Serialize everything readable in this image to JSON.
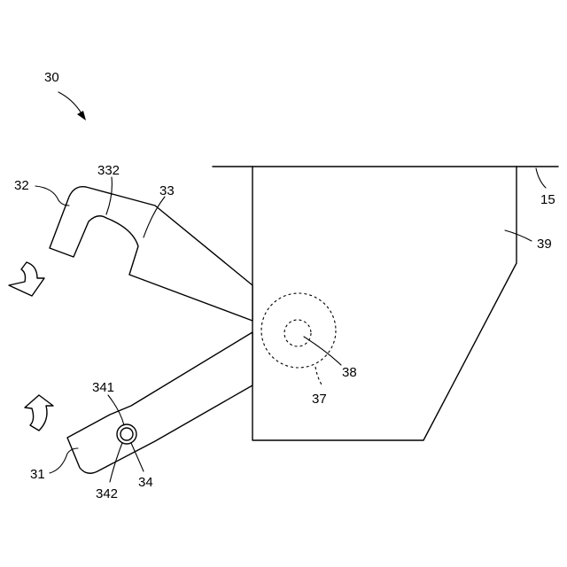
{
  "labels": {
    "assembly": "30",
    "lower_arm": "31",
    "upper_arm": "32",
    "upper_notch_tip": "33",
    "upper_notch_recess": "332",
    "pin": "34",
    "pin_outer": "341",
    "pin_inner": "342",
    "outer_circle": "37",
    "inner_circle": "38",
    "housing": "39",
    "top_plate": "15"
  },
  "icons": {
    "down_arrow": "curved-arrow-down-icon",
    "up_arrow": "curved-arrow-up-icon",
    "assembly_arrow": "pointer-arrow-icon"
  }
}
